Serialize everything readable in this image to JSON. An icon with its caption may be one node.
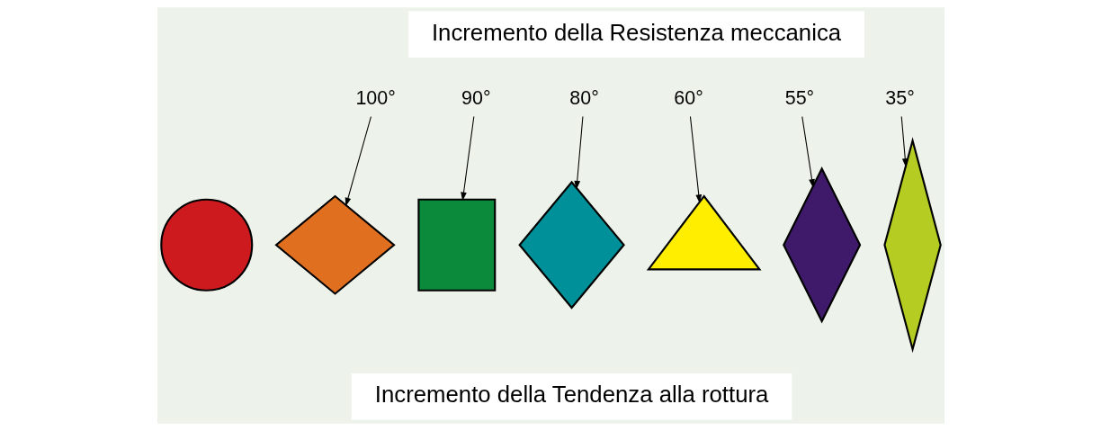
{
  "diagram": {
    "nodes": [
      {
        "text": [],
        "shape": "circle"
      },
      {
        "text": [],
        "shape": "diamond"
      },
      {
        "text": [],
        "shape": "box"
      },
      {
        "text": [],
        "shape": "diamond"
      },
      {
        "text": [],
        "shape": "triangle"
      },
      {
        "text": [],
        "shape": "diamond"
      },
      {
        "text": [],
        "shape": "diamond"
      },
      {
        "text": [
          "100°"
        ]
      },
      {
        "text": [
          "90°"
        ]
      },
      {
        "text": [
          "80°"
        ]
      },
      {
        "text": [
          "60°"
        ]
      },
      {
        "text": [
          "55°"
        ]
      },
      {
        "text": [
          "35°"
        ]
      }
    ],
    "edges": [
      {
        "from": 7,
        "to": 1,
        "arrow": "to"
      },
      {
        "from": 8,
        "to": 2,
        "arrow": "to"
      },
      {
        "from": 9,
        "to": 3,
        "arrow": "to"
      },
      {
        "from": 10,
        "to": 4,
        "arrow": "to"
      },
      {
        "from": 11,
        "to": 5,
        "arrow": "to"
      },
      {
        "from": 12,
        "to": 6,
        "arrow": "to"
      }
    ],
    "labels": [
      "Incremento della Resistenza meccanica",
      "Incremento della Tendenza alla rottura"
    ]
  }
}
